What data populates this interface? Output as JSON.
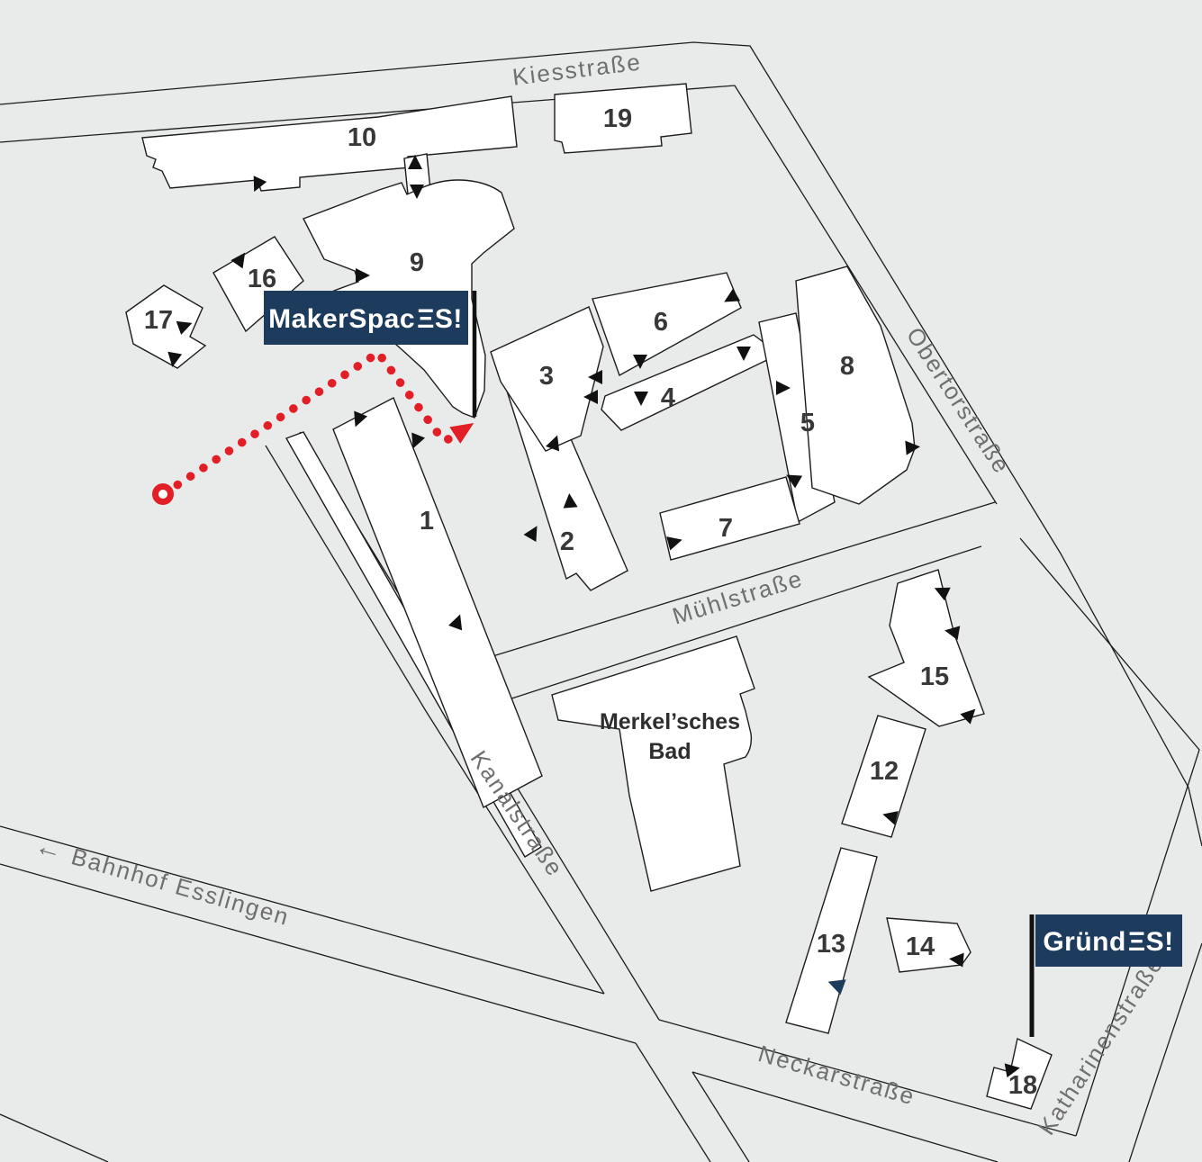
{
  "colors": {
    "background": "#e9eaea",
    "building_fill": "#ffffff",
    "outline": "#1c1c1c",
    "number_color": "#383838",
    "street_label_color": "#6f6f6f",
    "route_red": "#e21e26",
    "brand_navy": "#1d3b5c",
    "brand_text": "#ffffff",
    "navy_arrow": "#1c3a5c"
  },
  "streets": [
    {
      "name": "Kiesstraße"
    },
    {
      "name": "Obertorstraße"
    },
    {
      "name": "Mühlstraße"
    },
    {
      "name": "Kanalstraße"
    },
    {
      "name": "Neckarstraße"
    },
    {
      "name": "Katharinenstraße"
    },
    {
      "direction_icon": "←",
      "name": "Bahnhof Esslingen"
    }
  ],
  "buildings": [
    {
      "number": "1"
    },
    {
      "number": "2"
    },
    {
      "number": "3"
    },
    {
      "number": "4"
    },
    {
      "number": "5"
    },
    {
      "number": "6"
    },
    {
      "number": "7"
    },
    {
      "number": "8"
    },
    {
      "number": "9"
    },
    {
      "number": "10"
    },
    {
      "number": "12"
    },
    {
      "number": "13"
    },
    {
      "number": "14"
    },
    {
      "number": "15"
    },
    {
      "number": "16"
    },
    {
      "number": "17"
    },
    {
      "number": "18"
    },
    {
      "number": "19"
    }
  ],
  "poi": {
    "merkel_line1": "Merkel’sches",
    "merkel_line2": "Bad"
  },
  "brands": {
    "makerspace": {
      "main": "MakerSpac",
      "logo": "ΞS!"
    },
    "gruendes": {
      "main": "Gründ",
      "logo": "ΞS!"
    }
  },
  "icons": {
    "entrance_arrow": "black triangle",
    "route_start": "red ring",
    "route_arrow": "red arrowhead",
    "direction_arrow": "left arrow"
  }
}
